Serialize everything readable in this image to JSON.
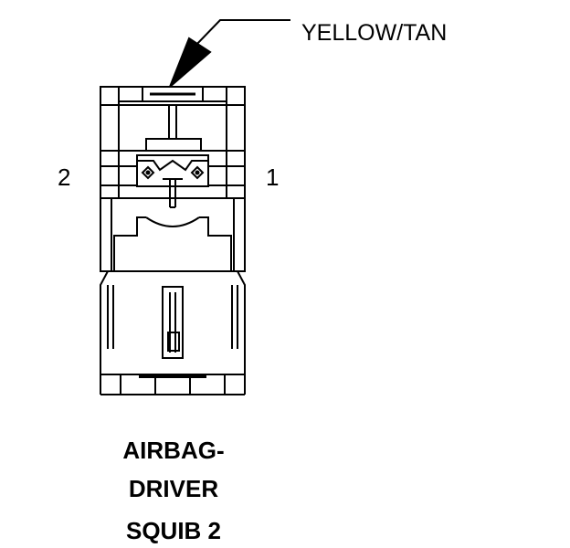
{
  "diagram": {
    "wire_color_label": "YELLOW/TAN",
    "pin_labels": {
      "left": "2",
      "right": "1"
    },
    "title_lines": [
      "AIRBAG-",
      "DRIVER",
      "SQUIB 2"
    ],
    "colors": {
      "line": "#000000",
      "background": "#ffffff"
    }
  }
}
